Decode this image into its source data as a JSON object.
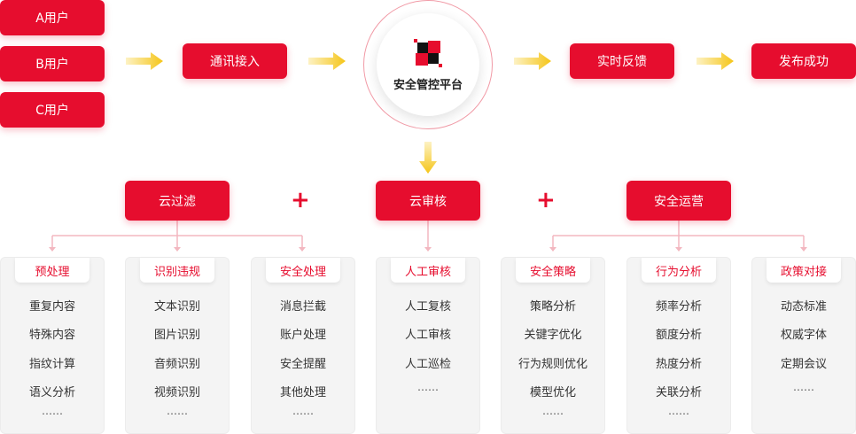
{
  "users": [
    "A用户",
    "B用户",
    "C用户"
  ],
  "flow": {
    "access": "通讯接入",
    "platform": "安全管控平台",
    "feedback": "实时反馈",
    "success": "发布成功"
  },
  "groups": {
    "cloud_filter": "云过滤",
    "cloud_review": "云审核",
    "security_ops": "安全运营"
  },
  "colors": {
    "accent": "#e60d2e",
    "arrow": "#f5c518"
  },
  "cards": [
    {
      "title": "预处理",
      "items": [
        "重复内容",
        "特殊内容",
        "指纹计算",
        "语义分析"
      ],
      "more": "……"
    },
    {
      "title": "识别违规",
      "items": [
        "文本识别",
        "图片识别",
        "音频识别",
        "视频识别"
      ],
      "more": "……"
    },
    {
      "title": "安全处理",
      "items": [
        "消息拦截",
        "账户处理",
        "安全提醒",
        "其他处理"
      ],
      "more": "……"
    },
    {
      "title": "人工审核",
      "items": [
        "人工复核",
        "人工审核",
        "人工巡检"
      ],
      "more": "……"
    },
    {
      "title": "安全策略",
      "items": [
        "策略分析",
        "关键字优化",
        "行为规则优化",
        "模型优化"
      ],
      "more": "……"
    },
    {
      "title": "行为分析",
      "items": [
        "频率分析",
        "额度分析",
        "热度分析",
        "关联分析"
      ],
      "more": "……"
    },
    {
      "title": "政策对接",
      "items": [
        "动态标准",
        "权威字体",
        "定期会议"
      ],
      "more": "……"
    }
  ]
}
